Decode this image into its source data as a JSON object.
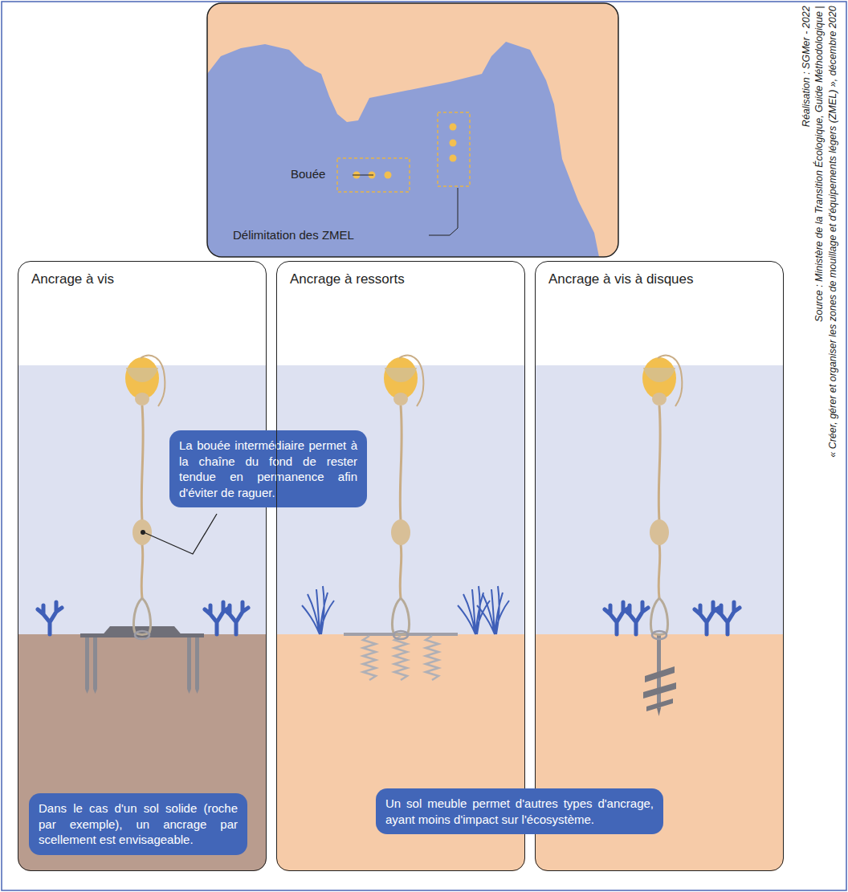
{
  "diagram": {
    "nodes": [
      {
        "text": [
          "Ancrage à vis"
        ]
      },
      {
        "text": [
          "La bouée intermédiaire permet à la chaîne du fond de rester tendue en permanence afin d'éviter de raguer."
        ],
        "in": 0
      },
      {
        "text": [
          "Dans le cas d'un sol solide (roche par exemple), un ancrage par scellement est envisageable."
        ],
        "in": 0
      },
      {
        "text": [
          "Ancrage à ressorts"
        ]
      },
      {
        "text": [
          "Ancrage à vis à disques"
        ]
      },
      {
        "text": [
          "Un sol meuble permet d'autres types d'ancrage, ayant moins d'impact sur l'écosystème."
        ]
      }
    ],
    "labels": [
      "Bouée",
      "Délimitation des ZMEL",
      "Réalisation : SGMer - 2022",
      "Source : Ministère de la Transition Écologique, Guide Méthodologique |",
      "« Créer, gérer et organiser les zones de mouillage et d'équipements légers (ZMEL) », décembre 2020"
    ]
  }
}
